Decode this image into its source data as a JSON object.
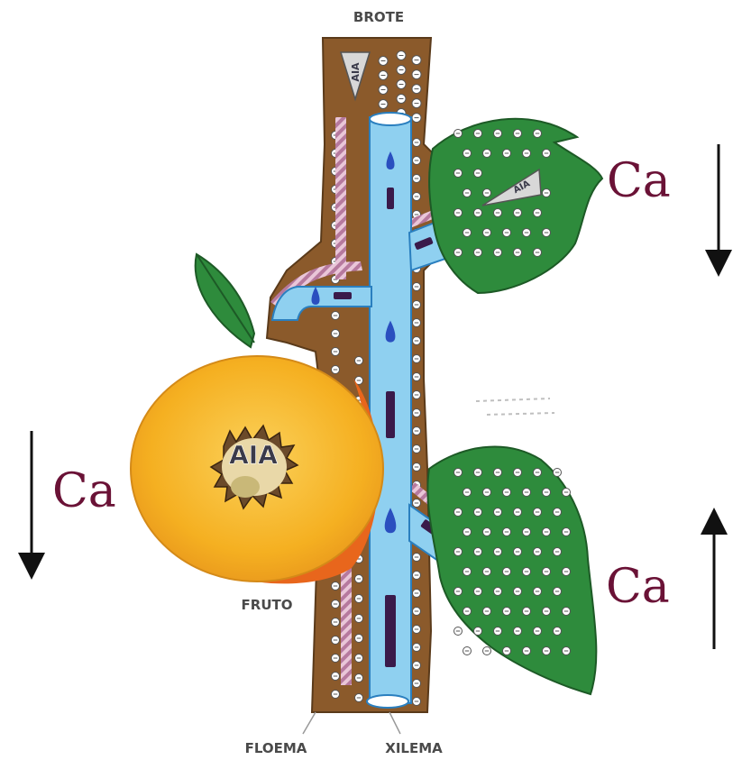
{
  "labels": {
    "top": "BROTE",
    "fruit": "FRUTO",
    "phloem": "FLOEMA",
    "xylem": "XILEMA"
  },
  "hormone_label": "AIA",
  "calcium_label": "Ca",
  "colors": {
    "stem": "#8b5a2b",
    "xylem": "#8fd0f0",
    "xylem_outline": "#2a7fbf",
    "leaf": "#2e8b3c",
    "fruit_flesh": "#f5b021",
    "fruit_skin": "#e8661c",
    "ca_text": "#6a1236",
    "drop": "#2a4fbf",
    "dash": "#3a1a4a"
  },
  "arrows": [
    {
      "label_ref": "calcium_label",
      "direction": "down"
    },
    {
      "label_ref": "calcium_label",
      "direction": "down"
    },
    {
      "label_ref": "calcium_label",
      "direction": "up"
    }
  ]
}
